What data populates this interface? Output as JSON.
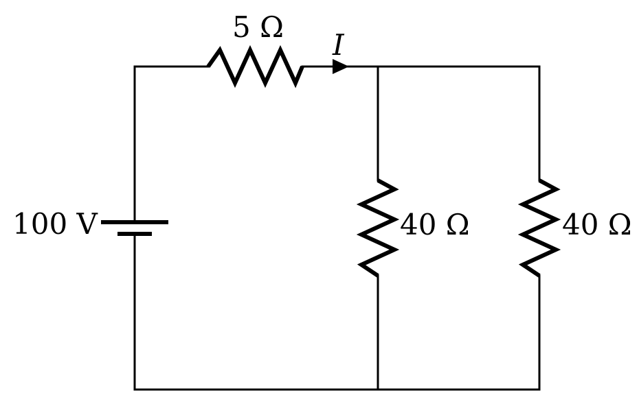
{
  "circuit": {
    "source": {
      "label": "100 V"
    },
    "series_resistor": {
      "label": "5 Ω"
    },
    "current": {
      "label": "I"
    },
    "parallel_resistor_left": {
      "label": "40 Ω"
    },
    "parallel_resistor_right": {
      "label": "40 Ω"
    }
  }
}
